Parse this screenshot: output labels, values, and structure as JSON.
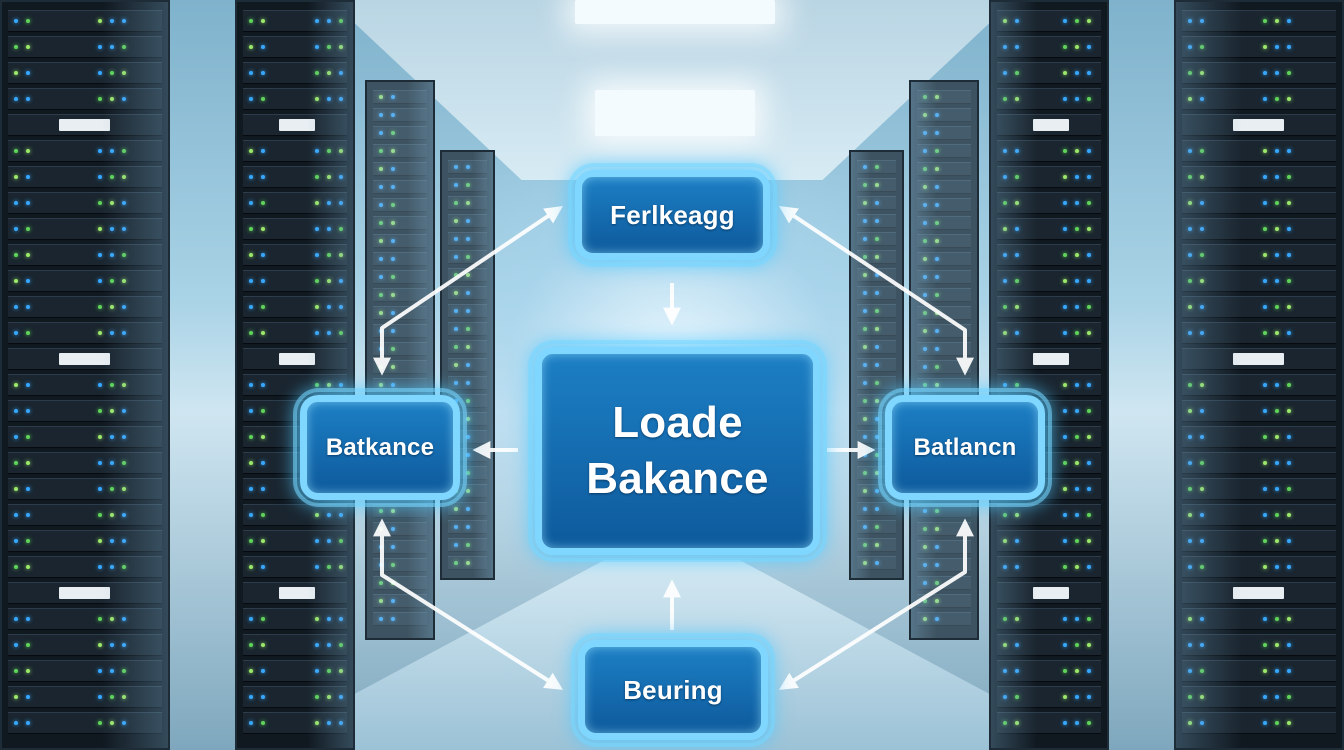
{
  "diagram": {
    "nodes": {
      "center": {
        "label_line1": "Loade",
        "label_line2": "Bakance"
      },
      "top": {
        "label": "Ferlkeagg"
      },
      "left": {
        "label": "Batkance"
      },
      "right": {
        "label": "Batlancn"
      },
      "bottom": {
        "label": "Beuring"
      }
    }
  },
  "colors": {
    "node_fill_top": "#1d7fc4",
    "node_fill_bottom": "#0d5a9c",
    "node_border": "#7fd6ff",
    "arrow": "#ffffff"
  }
}
